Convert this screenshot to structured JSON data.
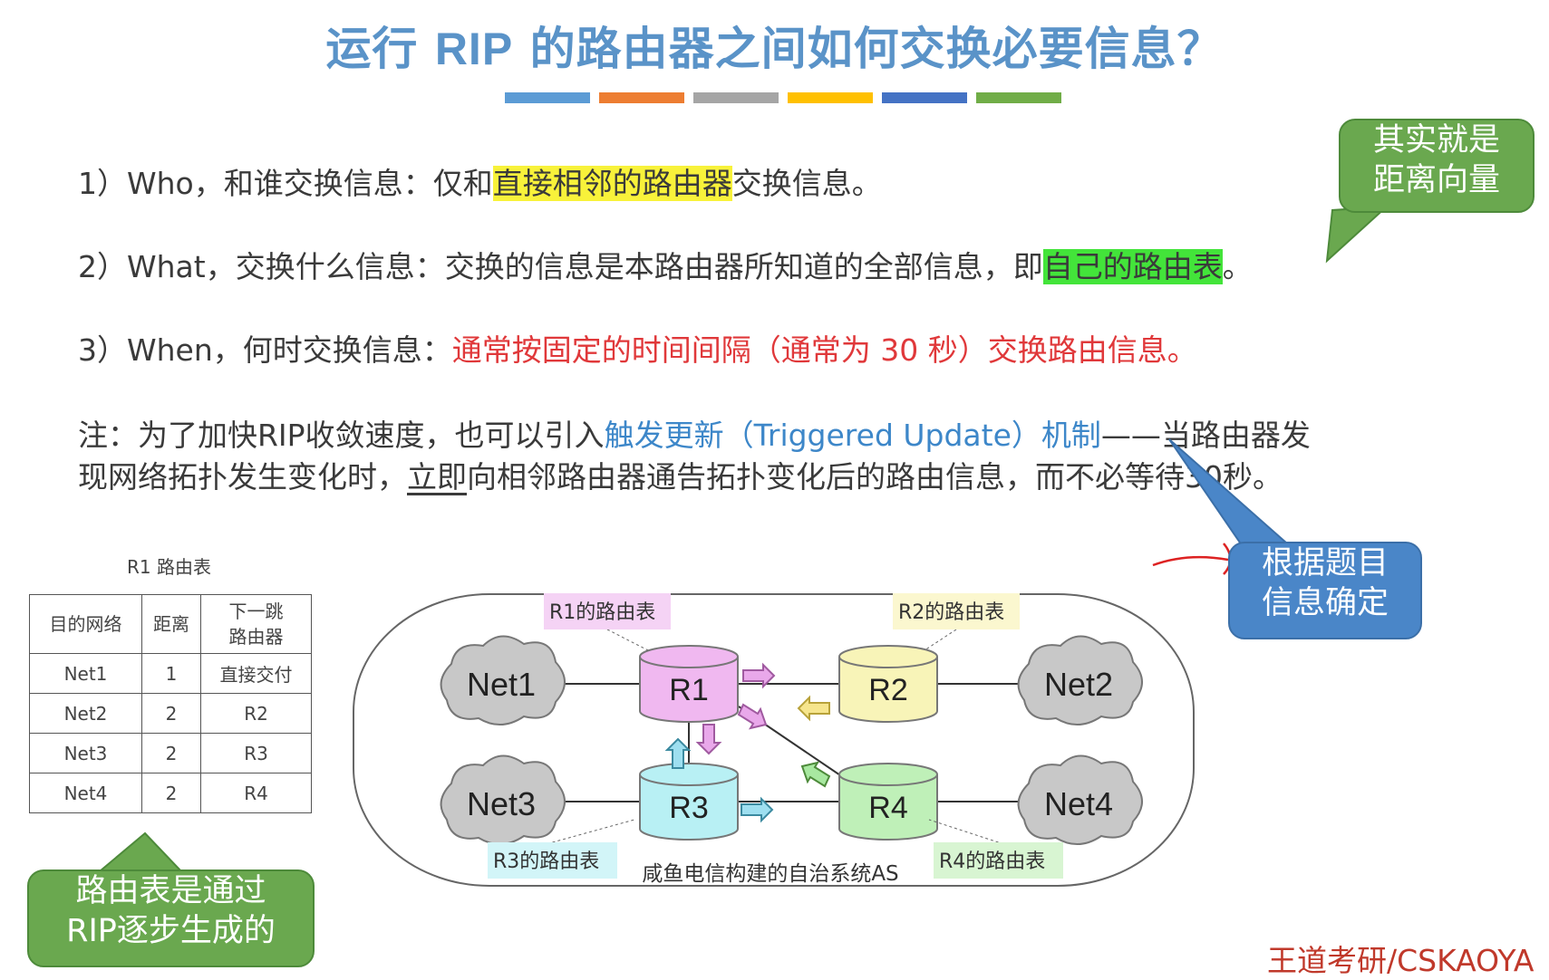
{
  "title": {
    "prefix": "运行 ",
    "rip": "RIP",
    "suffix": " 的路由器之间如何交换必要信息？"
  },
  "title_bar_colors": [
    "#5b9bd5",
    "#ed7d31",
    "#a5a5a5",
    "#ffc000",
    "#4472c4",
    "#70ad47"
  ],
  "lines": {
    "who": {
      "prefix": "1）Who，和谁交换信息：仅和",
      "highlight": "直接相邻的路由器",
      "suffix": "交换信息。"
    },
    "what": {
      "prefix": "2）What，交换什么信息：交换的信息是本路由器所知道的全部信息，即",
      "highlight": "自己的路由表",
      "suffix": "。"
    },
    "when": {
      "prefix": "3）When，何时交换信息：",
      "red": "通常按固定的时间间隔（通常为 30 秒）交换路由信息。"
    },
    "note1": {
      "prefix": "注：为了加快RIP收敛速度，也可以引入",
      "blue": "触发更新（Triggered Update）机制",
      "suffix": "——当路由器发"
    },
    "note2": {
      "prefix": "现网络拓扑发生变化时，",
      "underline": "立即",
      "suffix": "向相邻路由器通告拓扑变化后的路由信息，而不必等待30秒。"
    }
  },
  "callouts": {
    "vector": "其实就是\n距离向量",
    "question": "根据题目\n信息确定",
    "rip": "路由表是通过\nRIP逐步生成的"
  },
  "route_table": {
    "caption": "R1 路由表",
    "headers": [
      "目的网络",
      "距离",
      "下一跳\n路由器"
    ],
    "rows": [
      [
        "Net1",
        "1",
        "直接交付"
      ],
      [
        "Net2",
        "2",
        "R2"
      ],
      [
        "Net3",
        "2",
        "R3"
      ],
      [
        "Net4",
        "2",
        "R4"
      ]
    ]
  },
  "diagram": {
    "routers": [
      {
        "id": "R1",
        "label": "R1",
        "color": "#f0b8f0",
        "table_label": "R1的路由表",
        "table_color": "#f5d3f5"
      },
      {
        "id": "R2",
        "label": "R2",
        "color": "#f8f4b8",
        "table_label": "R2的路由表",
        "table_color": "#fbf7cf"
      },
      {
        "id": "R3",
        "label": "R3",
        "color": "#b8f0f4",
        "table_label": "R3的路由表",
        "table_color": "#d2f5f8"
      },
      {
        "id": "R4",
        "label": "R4",
        "color": "#bff0b8",
        "table_label": "R4的路由表",
        "table_color": "#d8f5d2"
      }
    ],
    "nets": [
      "Net1",
      "Net2",
      "Net3",
      "Net4"
    ],
    "as_label": "咸鱼电信构建的自治系统AS"
  },
  "watermark": "王道考研/CSKAOYA"
}
